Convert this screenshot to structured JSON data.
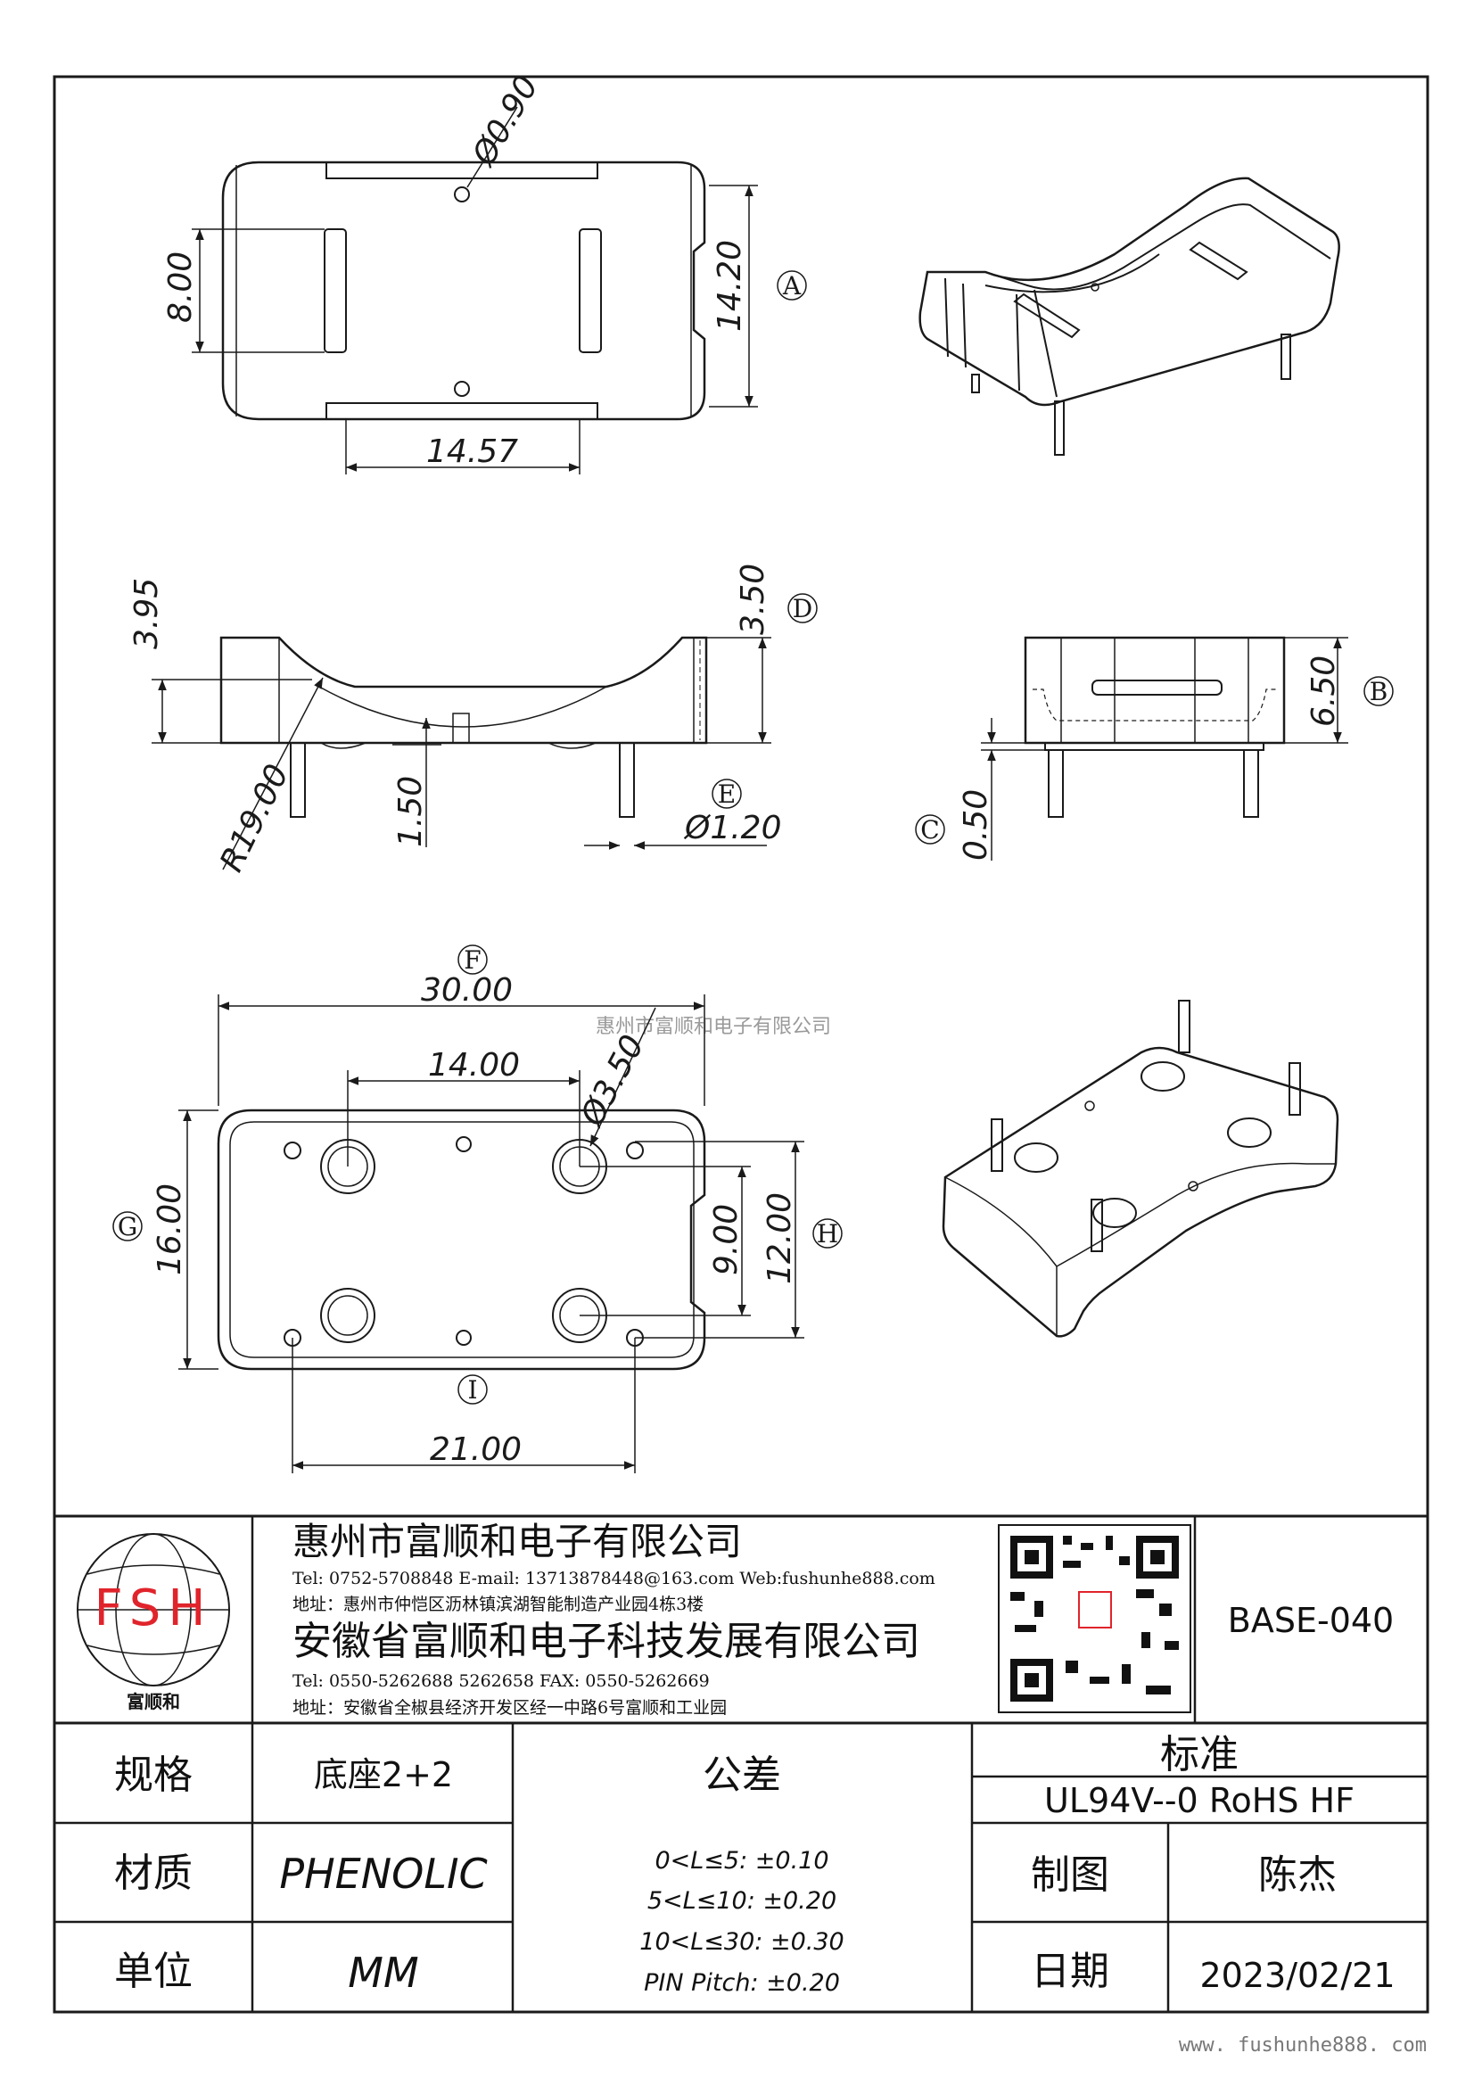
{
  "watermark_text": "惠州市富顺和电子有限公司",
  "footer_url": "www. fushunhe888. com",
  "top_view": {
    "dim_hole_dia": "Ø0.90",
    "dim_width": "14.57",
    "dim_height_left": "8.00",
    "dim_height_right": "14.20",
    "ref": "A"
  },
  "side_view": {
    "dim_left": "3.95",
    "dim_right": "3.50",
    "dim_radius": "R19.00",
    "dim_pin_len": "1.50",
    "dim_pin_dia": "Ø1.20",
    "ref_d": "D",
    "ref_e": "E"
  },
  "end_view": {
    "dim_height": "6.50",
    "dim_standoff": "0.50",
    "ref_b": "B",
    "ref_c": "C"
  },
  "bottom_view": {
    "dim_length": "30.00",
    "dim_pitch": "14.00",
    "dim_hole": "Ø3.50",
    "dim_height": "16.00",
    "dim_inner_9": "9.00",
    "dim_inner_12": "12.00",
    "dim_pin_span": "21.00",
    "ref_f": "F",
    "ref_g": "G",
    "ref_h": "H",
    "ref_i": "I"
  },
  "title_block": {
    "logo_text": "FSH",
    "logo_caption": "富顺和",
    "company1_name": "惠州市富顺和电子有限公司",
    "company1_contact": "Tel: 0752-5708848  E-mail: 13713878448@163.com  Web:fushunhe888.com",
    "company1_address": "地址：惠州市仲恺区沥林镇滨湖智能制造产业园4栋3楼",
    "company2_name": "安徽省富顺和电子科技发展有限公司",
    "company2_contact": "Tel:  0550-5262688  5262658      FAX: 0550-5262669",
    "company2_address": "地址：安徽省全椒县经济开发区经一中路6号富顺和工业园",
    "part_number": "BASE-040",
    "spec_label": "规格",
    "spec_value": "底座2+2",
    "tolerance_label": "公差",
    "standard_label": "标准",
    "standard_value": "UL94V--0  RoHS HF",
    "material_label": "材质",
    "material_value": "PHENOLIC",
    "tolerance_lines": [
      "0<L≤5: ±0.10",
      "5<L≤10: ±0.20",
      "10<L≤30: ±0.30",
      "PIN Pitch: ±0.20"
    ],
    "drawn_label": "制图",
    "drawn_value": "陈杰",
    "unit_label": "单位",
    "unit_value": "MM",
    "date_label": "日期",
    "date_value": "2023/02/21"
  }
}
